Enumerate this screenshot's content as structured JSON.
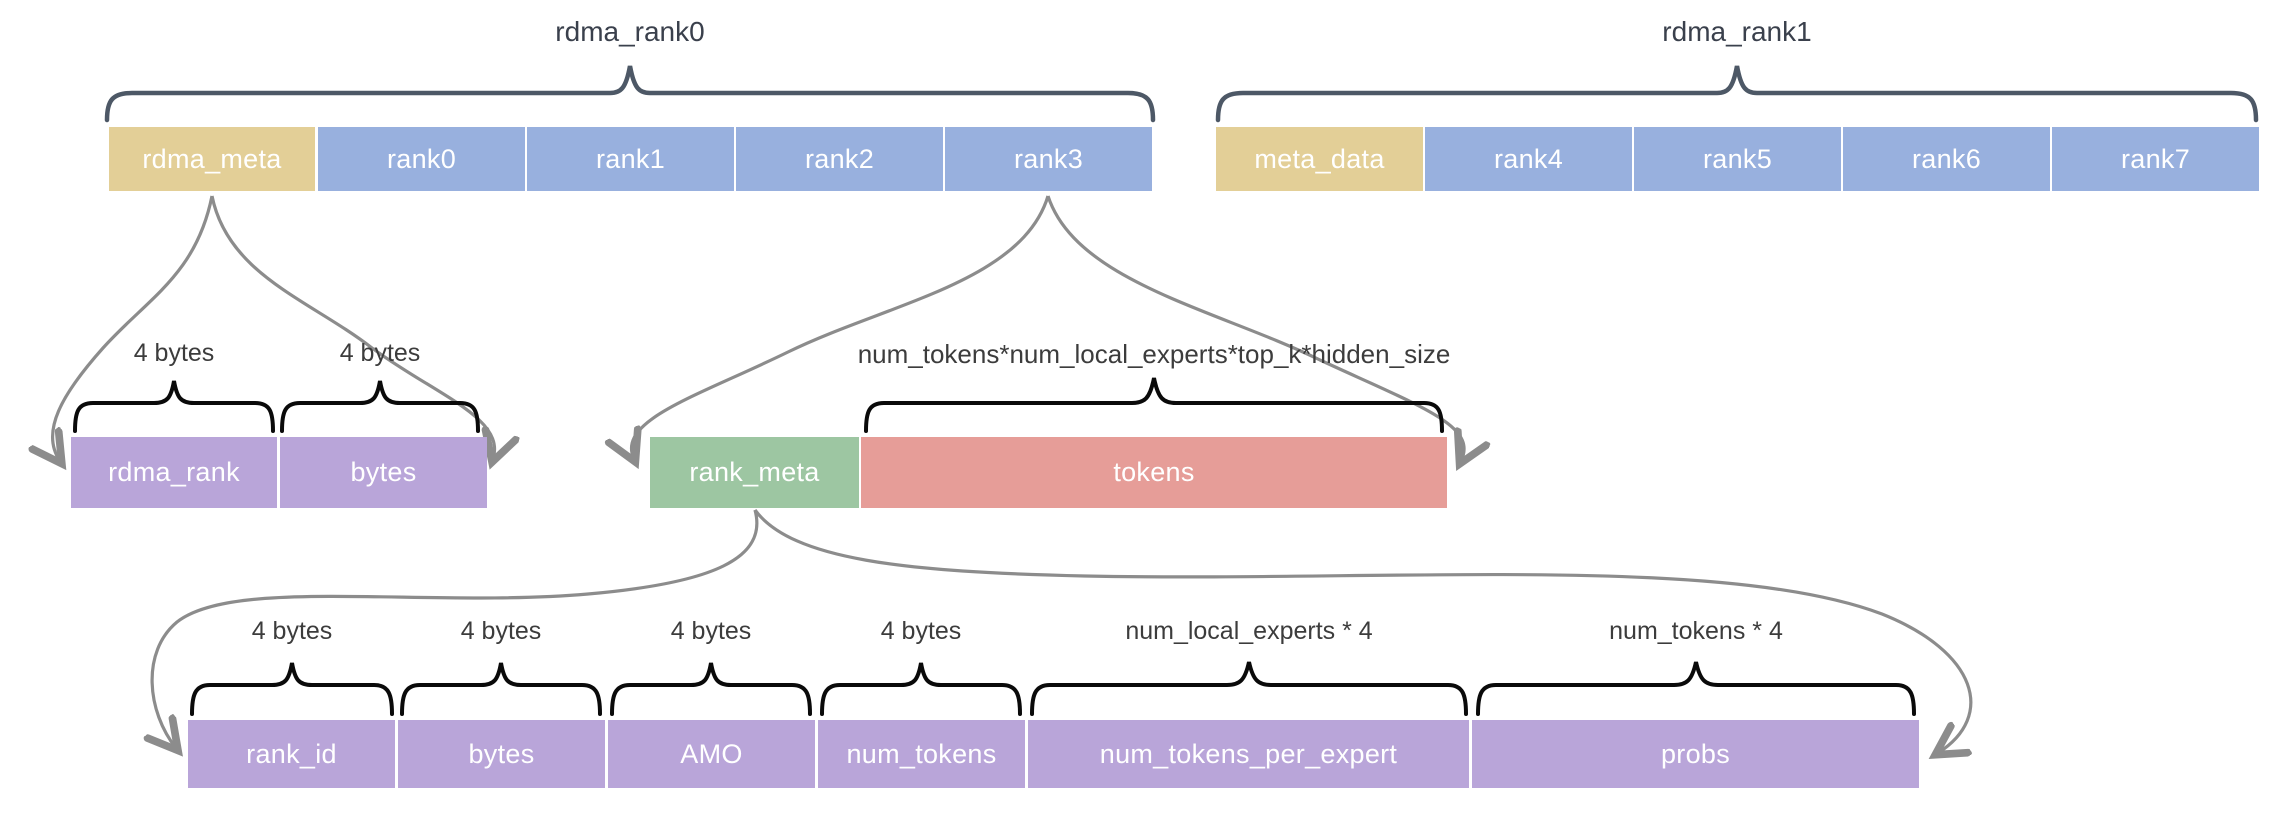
{
  "colors": {
    "meta_block": "#e3cf97",
    "rank_block": "#98b0de",
    "field_block": "#b9a5d9",
    "rank_meta_block": "#9dc6a2",
    "tokens_block": "#e69d98",
    "flow_curve": "#8c8c8c",
    "group_brace": "#4d5866",
    "size_brace": "#0a0a0a"
  },
  "groups": {
    "g0": {
      "title": "rdma_rank0",
      "blocks": [
        "rdma_meta",
        "rank0",
        "rank1",
        "rank2",
        "rank3"
      ]
    },
    "g1": {
      "title": "rdma_rank1",
      "blocks": [
        "meta_data",
        "rank4",
        "rank5",
        "rank6",
        "rank7"
      ]
    }
  },
  "rdma_meta_expansion": {
    "blocks": [
      "rdma_rank",
      "bytes"
    ],
    "sizes": [
      "4 bytes",
      "4 bytes"
    ]
  },
  "rank_expansion": {
    "blocks": [
      "rank_meta",
      "tokens"
    ],
    "tokens_size": "num_tokens*num_local_experts*top_k*hidden_size"
  },
  "rank_meta_expansion": {
    "blocks": [
      "rank_id",
      "bytes",
      "AMO",
      "num_tokens",
      "num_tokens_per_expert",
      "probs"
    ],
    "sizes": [
      "4 bytes",
      "4 bytes",
      "4 bytes",
      "4 bytes",
      "num_local_experts * 4",
      "num_tokens * 4"
    ]
  }
}
